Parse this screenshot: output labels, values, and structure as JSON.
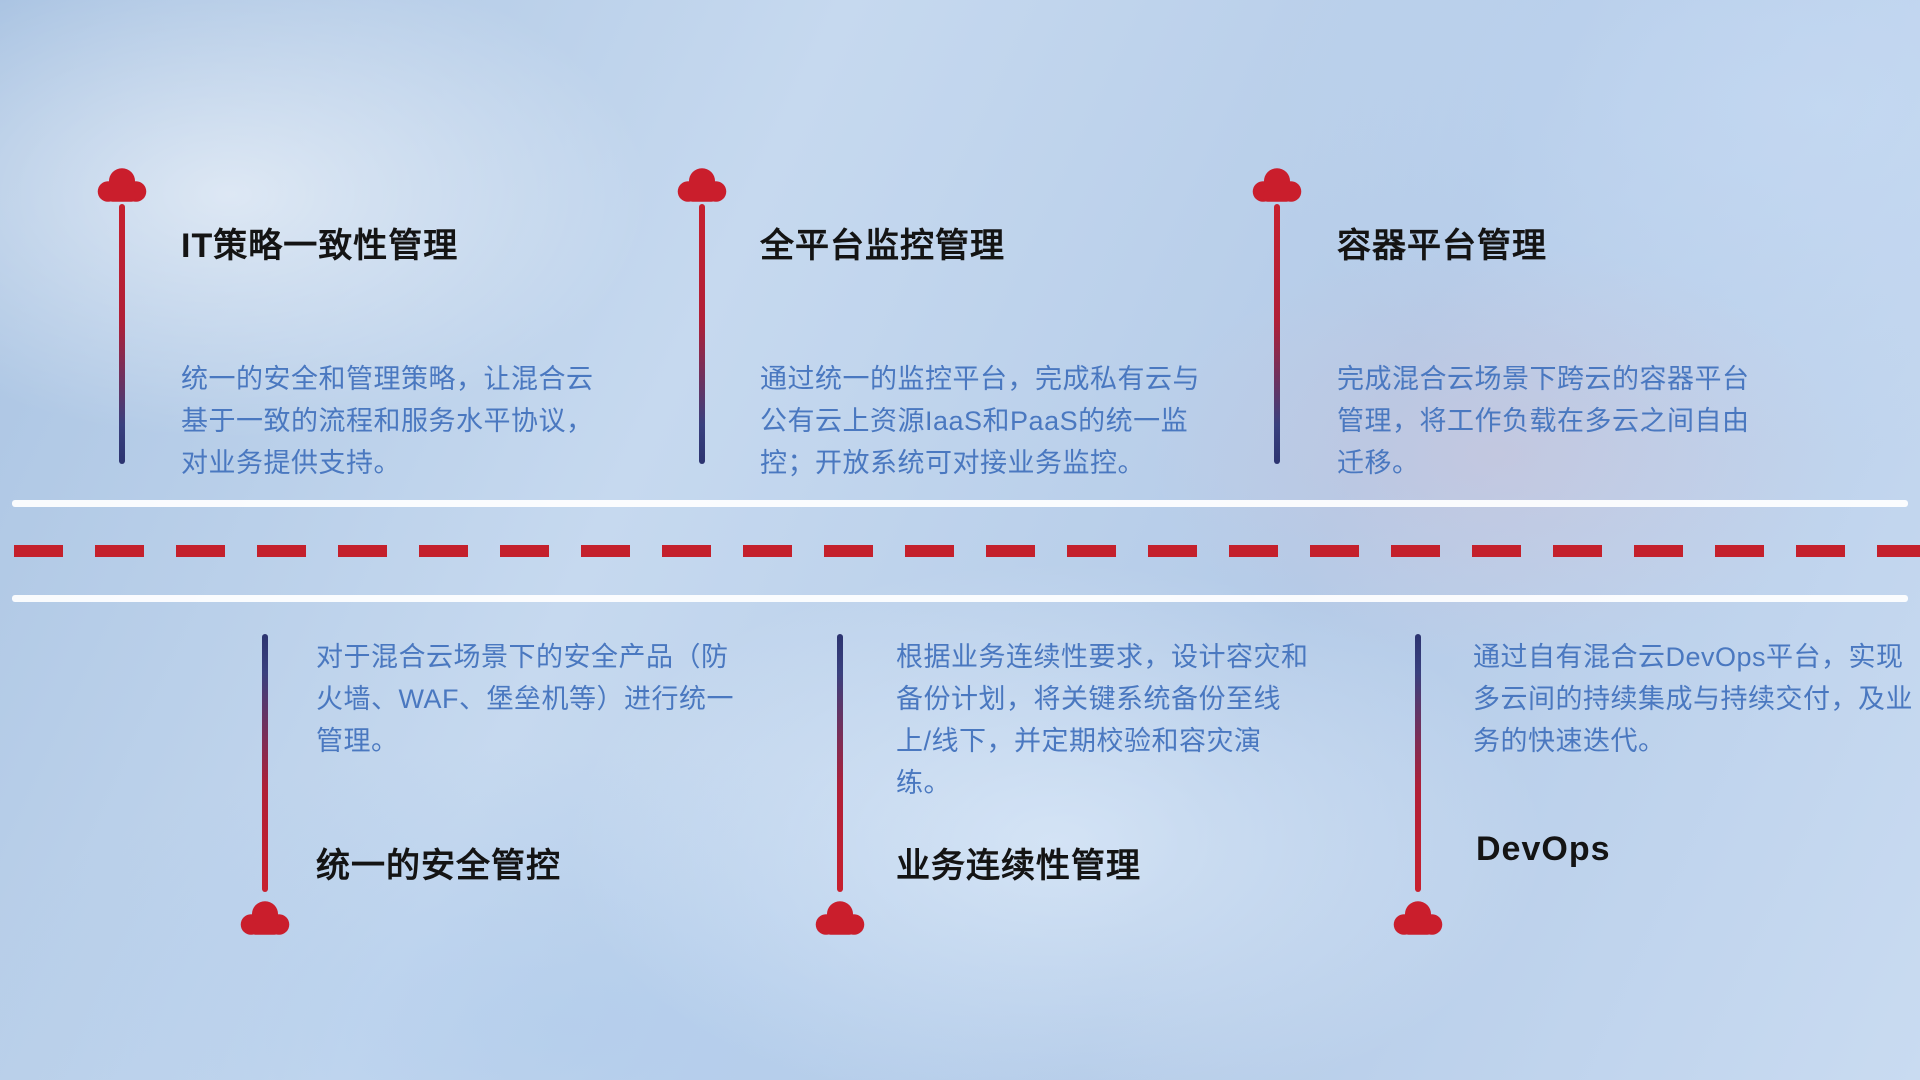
{
  "colors": {
    "accent_red": "#c4202c",
    "navy": "#2c3470",
    "title_text": "#141414",
    "description_text": "#4a78c0",
    "divider_white": "#ffffff"
  },
  "divider": {
    "style": "red-dashed-between-white-lines"
  },
  "items": [
    {
      "position": "top",
      "icon": "cloud-icon",
      "title": "IT策略一致性管理",
      "description": "统一的安全和管理策略，让混合云基于一致的流程和服务水平协议，对业务提供支持。"
    },
    {
      "position": "top",
      "icon": "cloud-icon",
      "title": "全平台监控管理",
      "description": "通过统一的监控平台，完成私有云与公有云上资源IaaS和PaaS的统一监控；开放系统可对接业务监控。"
    },
    {
      "position": "top",
      "icon": "cloud-icon",
      "title": "容器平台管理",
      "description": "完成混合云场景下跨云的容器平台管理，将工作负载在多云之间自由迁移。"
    },
    {
      "position": "bottom",
      "icon": "cloud-icon",
      "title": "统一的安全管控",
      "description": "对于混合云场景下的安全产品（防火墙、WAF、堡垒机等）进行统一管理。"
    },
    {
      "position": "bottom",
      "icon": "cloud-icon",
      "title": "业务连续性管理",
      "description": "根据业务连续性要求，设计容灾和备份计划，将关键系统备份至线上/线下，并定期校验和容灾演练。"
    },
    {
      "position": "bottom",
      "icon": "cloud-icon",
      "title": "DevOps",
      "description": "通过自有混合云DevOps平台，实现多云间的持续集成与持续交付，及业务的快速迭代。"
    }
  ]
}
